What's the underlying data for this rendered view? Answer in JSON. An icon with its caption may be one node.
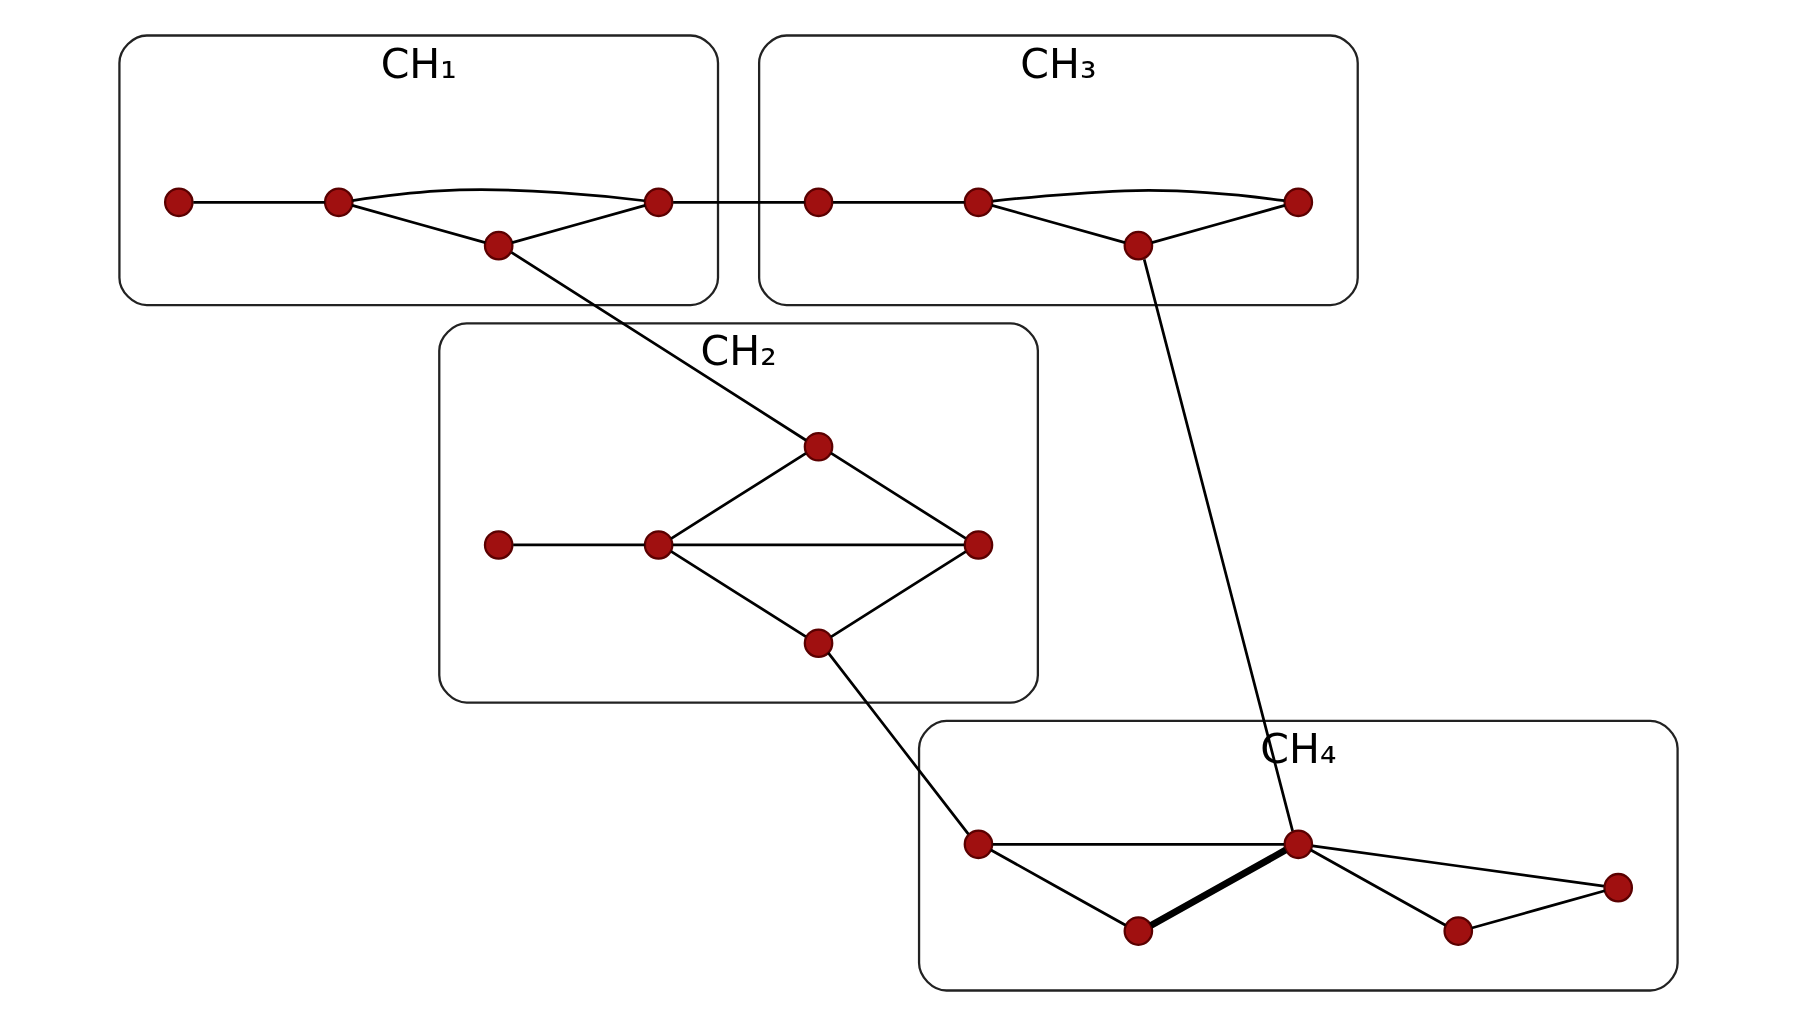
{
  "diagram": {
    "nodes": [
      {
        "text": [
          "CH₁"
        ]
      },
      {
        "text": [],
        "shape": "circle",
        "in": 0
      },
      {
        "text": [],
        "shape": "circle",
        "in": 0
      },
      {
        "text": [],
        "shape": "circle",
        "in": 0
      },
      {
        "text": [],
        "shape": "circle",
        "in": 0
      },
      {
        "text": [
          "CH₂"
        ]
      },
      {
        "text": [],
        "shape": "circle",
        "in": 5
      },
      {
        "text": [],
        "shape": "circle",
        "in": 5
      },
      {
        "text": [],
        "shape": "circle",
        "in": 5
      },
      {
        "text": [],
        "shape": "circle",
        "in": 5
      },
      {
        "text": [],
        "shape": "circle",
        "in": 5
      },
      {
        "text": [
          "CH₃"
        ]
      },
      {
        "text": [],
        "shape": "circle",
        "in": 11
      },
      {
        "text": [],
        "shape": "circle",
        "in": 11
      },
      {
        "text": [],
        "shape": "circle",
        "in": 11
      },
      {
        "text": [],
        "shape": "circle",
        "in": 11
      },
      {
        "text": [
          "CH₄"
        ]
      },
      {
        "text": [],
        "shape": "circle",
        "in": 16
      },
      {
        "text": [],
        "shape": "circle",
        "in": 16
      },
      {
        "text": [],
        "shape": "circle",
        "in": 16
      },
      {
        "text": [],
        "shape": "circle",
        "in": 16
      },
      {
        "text": [],
        "shape": "circle",
        "in": 16
      }
    ],
    "edges": [
      {
        "from": 1,
        "to": 2,
        "arrow": "none"
      },
      {
        "from": 2,
        "to": 3,
        "arrow": "none"
      },
      {
        "from": 2,
        "to": 4,
        "arrow": "none"
      },
      {
        "from": 3,
        "to": 4,
        "arrow": "none"
      },
      {
        "from": 3,
        "to": 9,
        "arrow": "none"
      },
      {
        "from": 4,
        "to": 12,
        "arrow": "none"
      },
      {
        "from": 6,
        "to": 7,
        "arrow": "none"
      },
      {
        "from": 7,
        "to": 8,
        "arrow": "none"
      },
      {
        "from": 7,
        "to": 9,
        "arrow": "none"
      },
      {
        "from": 7,
        "to": 10,
        "arrow": "none"
      },
      {
        "from": 8,
        "to": 10,
        "arrow": "none"
      },
      {
        "from": 9,
        "to": 10,
        "arrow": "none"
      },
      {
        "from": 8,
        "to": 17,
        "arrow": "none"
      },
      {
        "from": 12,
        "to": 13,
        "arrow": "none"
      },
      {
        "from": 13,
        "to": 14,
        "arrow": "none"
      },
      {
        "from": 13,
        "to": 15,
        "arrow": "none"
      },
      {
        "from": 14,
        "to": 15,
        "arrow": "none"
      },
      {
        "from": 14,
        "to": 19,
        "arrow": "none"
      },
      {
        "from": 17,
        "to": 18,
        "arrow": "none"
      },
      {
        "from": 17,
        "to": 19,
        "arrow": "none"
      },
      {
        "from": 18,
        "to": 19,
        "arrow": "none",
        "style": "thick"
      },
      {
        "from": 19,
        "to": 20,
        "arrow": "none"
      },
      {
        "from": 19,
        "to": 21,
        "arrow": "none"
      },
      {
        "from": 20,
        "to": 21,
        "arrow": "none"
      }
    ]
  }
}
